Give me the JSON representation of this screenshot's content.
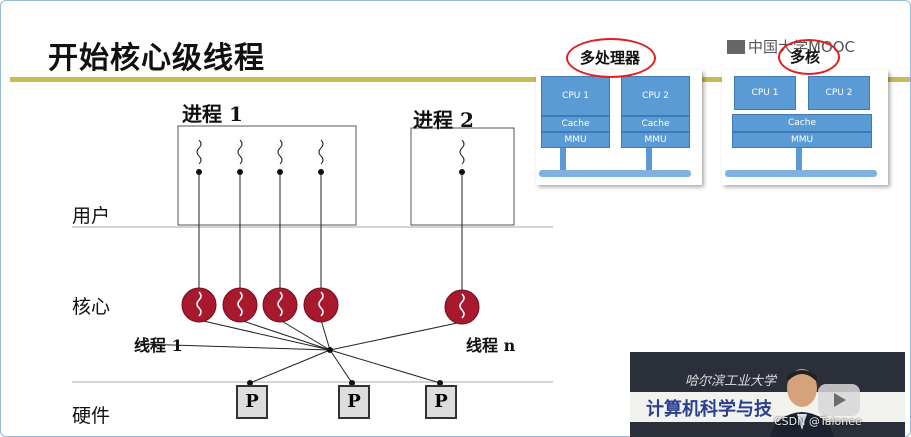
{
  "slide": {
    "title": "开始核心级线程",
    "logo": "中国大学MOOC",
    "watermark": "CSDN @Talonee"
  },
  "diagram": {
    "process1": "进程 1",
    "process2": "进程 2",
    "layer_user": "用户",
    "layer_kernel": "核心",
    "layer_hardware": "硬件",
    "thread1": "线程 1",
    "threadn": "线程 n",
    "processor_label": "P"
  },
  "multiprocessor": {
    "label": "多处理器",
    "cpu1": "CPU 1",
    "cpu2": "CPU 2",
    "cache": "Cache",
    "mmu": "MMU"
  },
  "multicore": {
    "label": "多核",
    "cpu1": "CPU 1",
    "cpu2": "CPU 2",
    "cache": "Cache",
    "mmu": "MMU"
  },
  "video": {
    "banner": "计算机科学与技",
    "script": "哈尔滨工业大学"
  },
  "colors": {
    "title_bar": "#c9ba55",
    "thread_ball": "#a8192e",
    "cpu_blue": "#5b9bd5"
  }
}
